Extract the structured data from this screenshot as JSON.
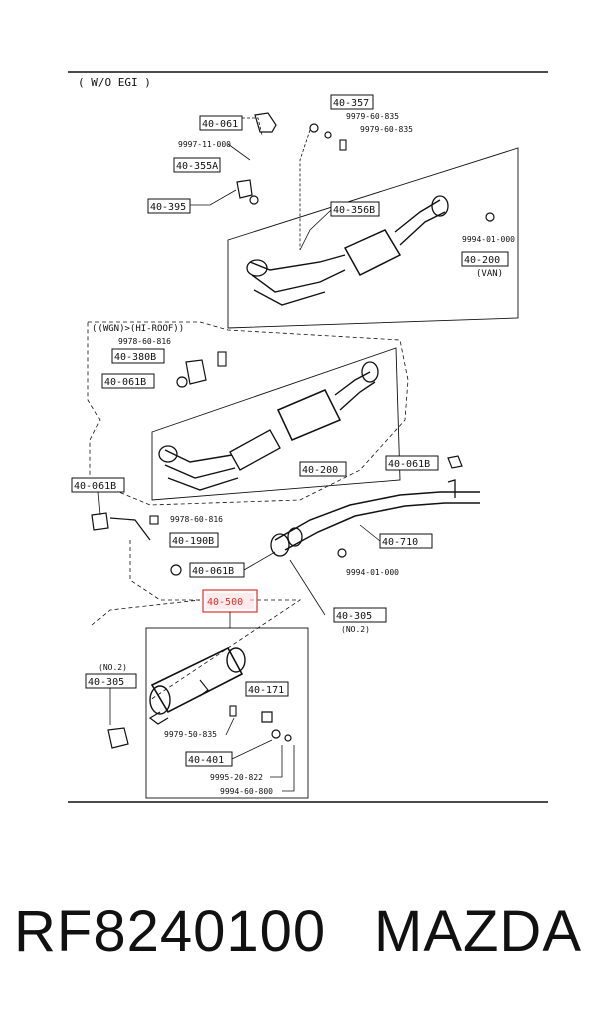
{
  "header": {
    "variant": "( W/O  EGI )"
  },
  "labels": {
    "l40061_top": "40-061",
    "l40357": "40-357",
    "l9979_835a": "9979-60-835",
    "l9979_835b": "9979-60-835",
    "l9997": "9997-11-000",
    "l40355a": "40-355A",
    "l40395": "40-395",
    "l40356b": "40-356B",
    "l9994_000a": "9994-01-000",
    "l40200_van": "40-200",
    "van": "(VAN)",
    "wgn": "((WGN)>(HI-ROOF))",
    "l9978_816a": "9978-60-816",
    "l40380b": "40-380B",
    "l40061b_a": "40-061B",
    "l40200": "40-200",
    "l40061b_b": "40-061B",
    "l40061b_c": "40-061B",
    "l9978_816b": "9978-60-816",
    "l40190b": "40-190B",
    "l40710": "40-710",
    "l40061b_d": "40-061B",
    "l9994_000b": "9994-01-000",
    "l40500": "40-500",
    "l40305_right": "40-305",
    "no2_right": "(NO.2)",
    "no2_left": "(NO.2)",
    "l40305_left": "40-305",
    "l40171": "40-171",
    "l9979_835c": "9979-50-835",
    "l40401": "40-401",
    "l9995": "9995-20-822",
    "l9994_800": "9994-60-800"
  },
  "highlight_color": "#e03030",
  "footer": {
    "part_number": "RF8240100",
    "brand": "MAZDA"
  }
}
